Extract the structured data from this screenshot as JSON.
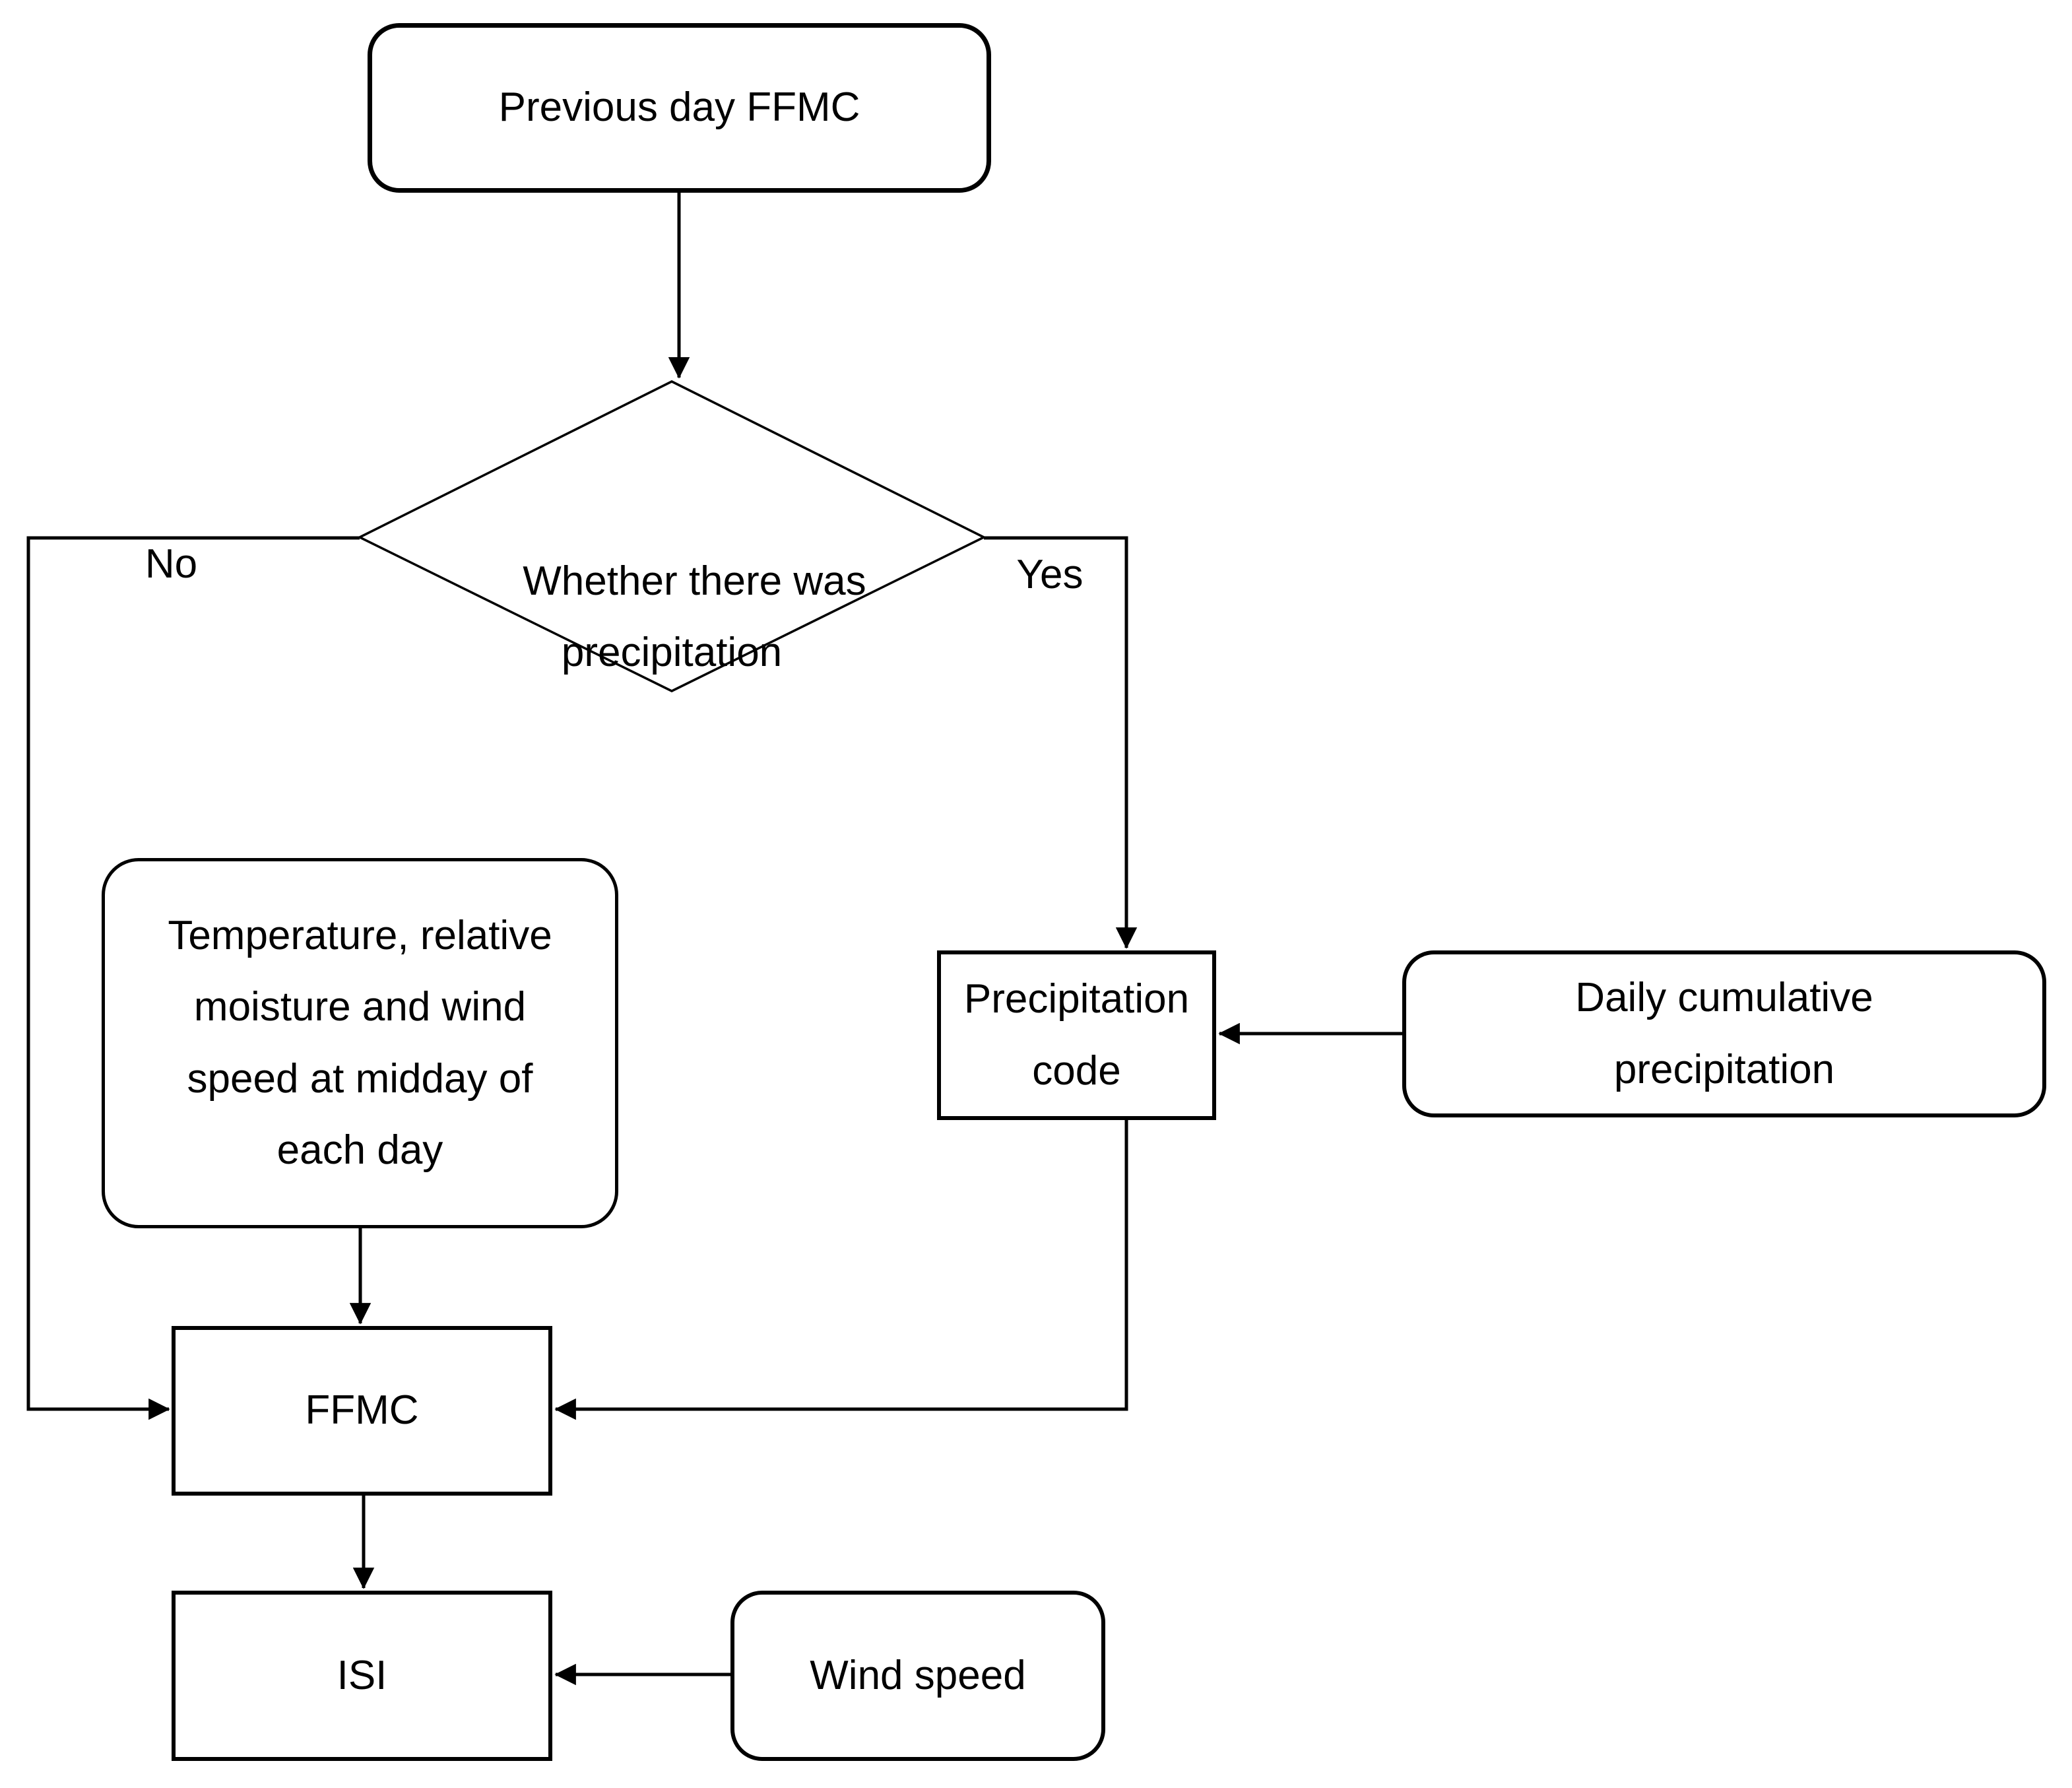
{
  "diagram": {
    "type": "flowchart",
    "colors": {
      "background": "#ffffff",
      "stroke": "#000000",
      "text": "#000000"
    },
    "nodes": {
      "previous_day_ffmc": {
        "label": "Previous day FFMC",
        "shape": "rounded-rectangle"
      },
      "precipitation_decision": {
        "label": "Whether there was\nprecipitation",
        "shape": "diamond"
      },
      "temperature_inputs": {
        "label": "Temperature, relative\nmoisture and wind\nspeed at midday of\neach day",
        "shape": "rounded-rectangle"
      },
      "precipitation_code": {
        "label": "Precipitation\ncode",
        "shape": "rectangle"
      },
      "daily_cumulative_precipitation": {
        "label": "Daily cumulative\nprecipitation",
        "shape": "rounded-rectangle"
      },
      "ffmc": {
        "label": "FFMC",
        "shape": "rectangle"
      },
      "isi": {
        "label": "ISI",
        "shape": "rectangle"
      },
      "wind_speed": {
        "label": "Wind speed",
        "shape": "rounded-rectangle"
      }
    },
    "edge_labels": {
      "no": "No",
      "yes": "Yes"
    },
    "edges": [
      {
        "from": "previous_day_ffmc",
        "to": "precipitation_decision",
        "label": ""
      },
      {
        "from": "precipitation_decision",
        "to": "ffmc",
        "label": "No"
      },
      {
        "from": "precipitation_decision",
        "to": "precipitation_code",
        "label": "Yes"
      },
      {
        "from": "daily_cumulative_precipitation",
        "to": "precipitation_code",
        "label": ""
      },
      {
        "from": "temperature_inputs",
        "to": "ffmc",
        "label": ""
      },
      {
        "from": "precipitation_code",
        "to": "ffmc",
        "label": ""
      },
      {
        "from": "ffmc",
        "to": "isi",
        "label": ""
      },
      {
        "from": "wind_speed",
        "to": "isi",
        "label": ""
      }
    ]
  }
}
